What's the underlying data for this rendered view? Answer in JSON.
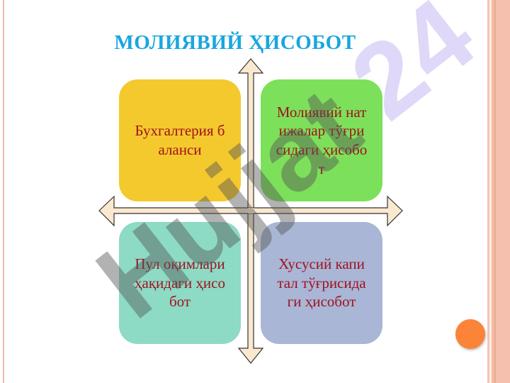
{
  "slide": {
    "title": "МОЛИЯВИЙ ҲИСОБОТ",
    "quadrants": [
      {
        "label": "Бухгалтерия баланси",
        "color": "#f4c92d"
      },
      {
        "label": "Молиявий натижалар тўғрисидаги ҳисобот",
        "color": "#7de05a"
      },
      {
        "label": "Пул оқимлари ҳақидаги ҳисобот",
        "color": "#8ddac5"
      },
      {
        "label": "Хусусий капитал тўғрисидаги ҳисобот",
        "color": "#a9b6d6"
      }
    ],
    "watermark": {
      "part1": "Hujjat",
      "part2": "24"
    },
    "accent_color": "#19a6e0"
  }
}
